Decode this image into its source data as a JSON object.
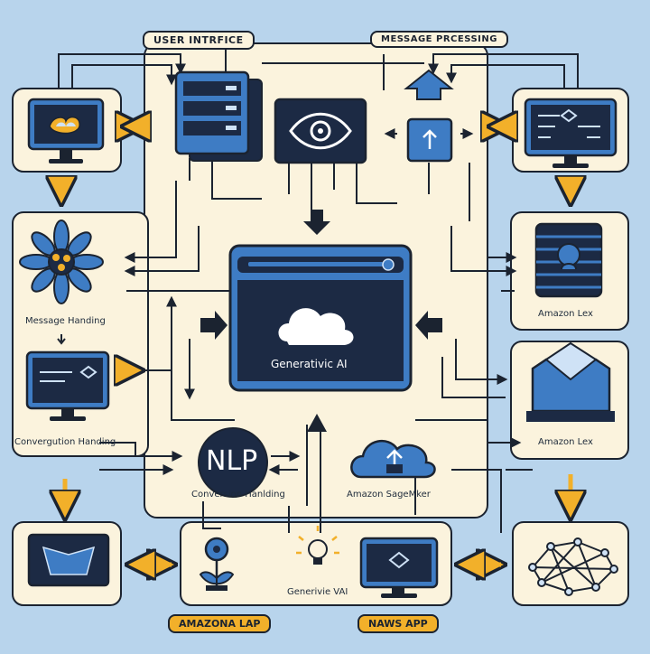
{
  "tags": {
    "user_interface": "USER INTRFICE",
    "message_processing": "MESSAGE PRCESSING"
  },
  "labels": {
    "message_handing": "Message Handing",
    "conversion_handing_left": "Convergution Handing",
    "conversion_handing_center": "Conversion Hanlding",
    "amazon_sagemaker": "Amazon SageMker",
    "amazon_lex_top": "Amazon Lex",
    "amazon_lex_bottom": "Amazon Lex",
    "generative_ai": "Generativic AI",
    "generative_ai_small": "Generivie VAI",
    "nlp": "NLP"
  },
  "badges": {
    "amazona_lap": "AMAZONA LAP",
    "naws_app": "NAWS APP"
  },
  "colors": {
    "background": "#b8d4ec",
    "panel": "#fbf3dd",
    "outline": "#1b2330",
    "accent_blue": "#3e7cc4",
    "screen_dark": "#1c2a44",
    "arrow_orange": "#f2b02a"
  }
}
